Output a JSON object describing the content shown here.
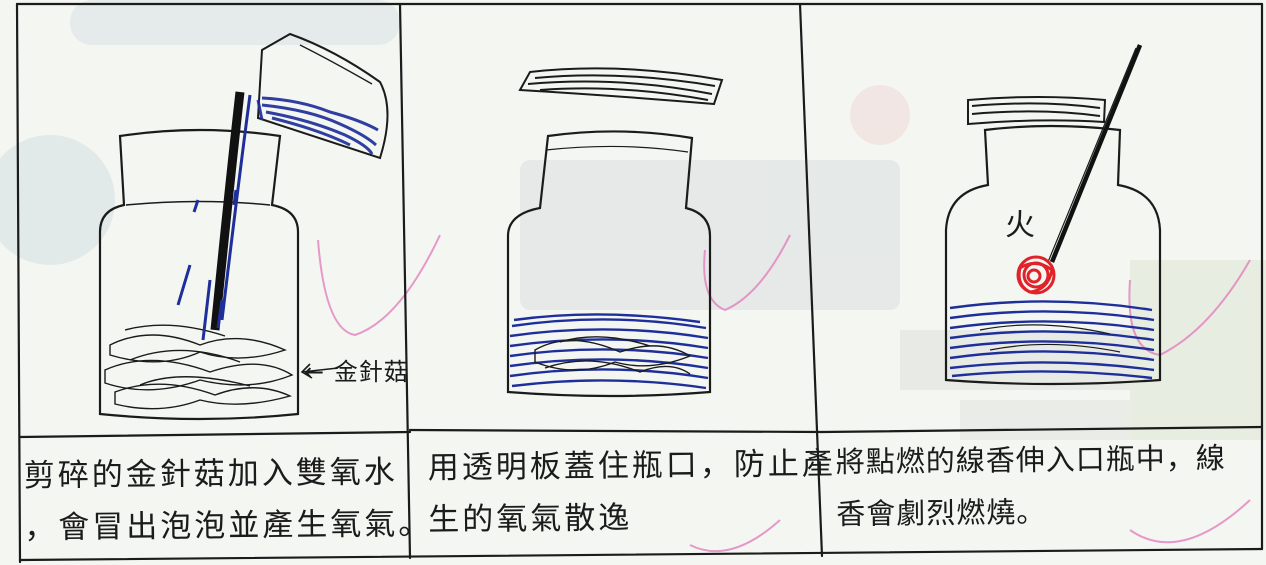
{
  "panels": [
    {
      "caption_lines": [
        "剪碎的金針菇加入雙氧水",
        "，會冒出泡泡並產生氧氣。"
      ],
      "label": "← 金針菇"
    },
    {
      "caption_lines": [
        "用透明板蓋住瓶口，防止產",
        "生的氧氣散逸"
      ]
    },
    {
      "caption_lines": [
        "將點燃的線香伸入口瓶中，線",
        "香會劇烈燃燒。"
      ],
      "label": "火"
    }
  ],
  "colors": {
    "ink": "#1b1b1b",
    "blue_pen": "#1f2f9a",
    "red_flame": "#e0222a",
    "pink_bleed": "#e070b8",
    "paper": "#f4f6f2"
  }
}
